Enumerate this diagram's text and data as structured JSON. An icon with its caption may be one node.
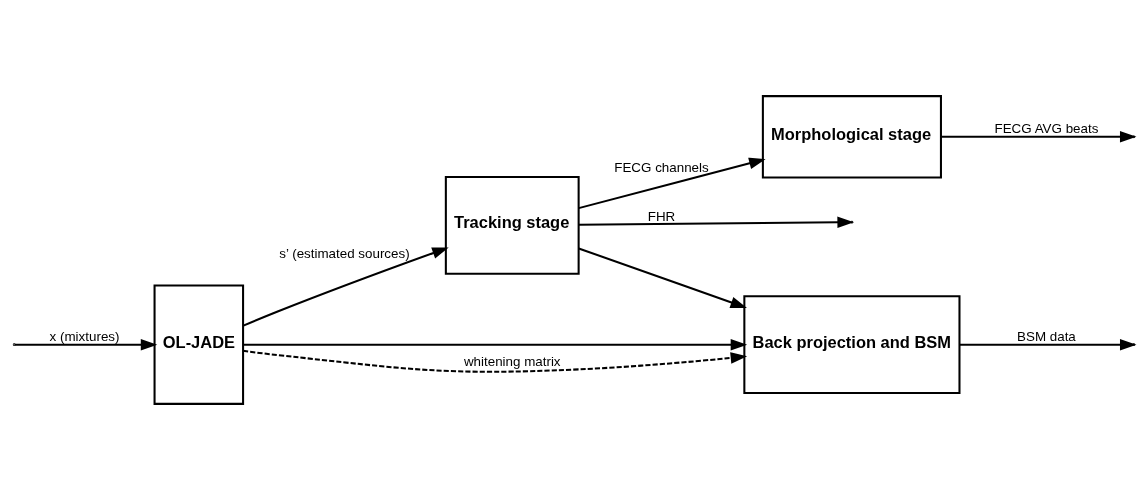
{
  "diagram": {
    "nodes": [
      {
        "text": [
          "OL-JADE"
        ]
      },
      {
        "text": [
          "Tracking stage"
        ]
      },
      {
        "text": [
          "Morphological stage"
        ]
      },
      {
        "text": [
          "Back projection and BSM"
        ]
      }
    ],
    "edges": [
      {
        "from": null,
        "to": 0,
        "arrow": "to",
        "label": "x (mixtures)"
      },
      {
        "from": 0,
        "to": 1,
        "arrow": "to",
        "label": "s’ (estimated sources)"
      },
      {
        "from": 0,
        "to": 3,
        "arrow": "to"
      },
      {
        "from": 1,
        "to": null,
        "arrow": "to",
        "label": "FHR"
      },
      {
        "from": 1,
        "to": 2,
        "arrow": "to",
        "label": "FECG channels"
      },
      {
        "from": 1,
        "to": 3,
        "arrow": "to"
      },
      {
        "from": 2,
        "to": null,
        "arrow": "to",
        "label": "FECG AVG beats"
      },
      {
        "from": 3,
        "to": null,
        "arrow": "to",
        "label": "BSM data"
      },
      {
        "from": 0,
        "to": 3,
        "arrow": "to",
        "label": "whitening matrix",
        "style": "dashed"
      }
    ]
  }
}
